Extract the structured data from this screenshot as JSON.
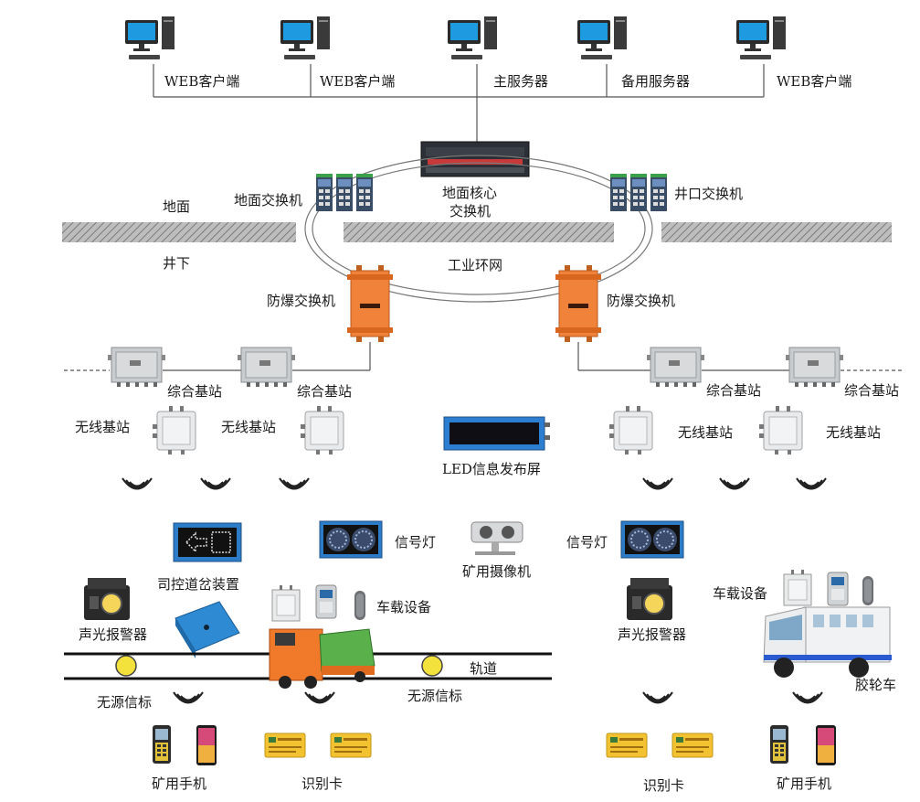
{
  "top_clients": [
    "WEB客户端",
    "WEB客户端",
    "主服务器",
    "备用服务器",
    "WEB客户端"
  ],
  "layers": {
    "surface": "地面",
    "underground": "井下"
  },
  "ring": {
    "label": "工业环网"
  },
  "switches": {
    "core_line1": "地面核心",
    "core_line2": "交换机",
    "surface": "地面交换机",
    "shaft": "井口交换机",
    "explosion_proof_left": "防爆交换机",
    "explosion_proof_right": "防爆交换机"
  },
  "base_stations": {
    "integrated": [
      "综合基站",
      "综合基站",
      "综合基站",
      "综合基站"
    ],
    "wireless": [
      "无线基站",
      "无线基站",
      "无线基站",
      "无线基站"
    ]
  },
  "led_screen": "LED信息发布屏",
  "devices": {
    "signal_light_left": "信号灯",
    "signal_light_right": "信号灯",
    "camera": "矿用摄像机",
    "turnout_device": "司控道岔装置",
    "vehicle_equipment_left": "车载设备",
    "vehicle_equipment_right": "车载设备",
    "alarm_left": "声光报警器",
    "alarm_right": "声光报警器",
    "track": "轨道",
    "passive_beacon_left": "无源信标",
    "passive_beacon_right": "无源信标",
    "rubber_tire_vehicle": "胶轮车",
    "phone_left": "矿用手机",
    "phone_right": "矿用手机",
    "id_card_left": "识别卡",
    "id_card_right": "识别卡"
  },
  "colors": {
    "line": "#555555",
    "hatch": "#9a9a9a",
    "explosion_proof_orange": "#f0823a",
    "base_station_gray": "#c9ccce",
    "led_blue": "#2c7fd0",
    "beacon_yellow": "#f4e23c",
    "card_yellow": "#f2c230",
    "locomotive_orange": "#f07a2a",
    "locomotive_green": "#5ab04a"
  }
}
